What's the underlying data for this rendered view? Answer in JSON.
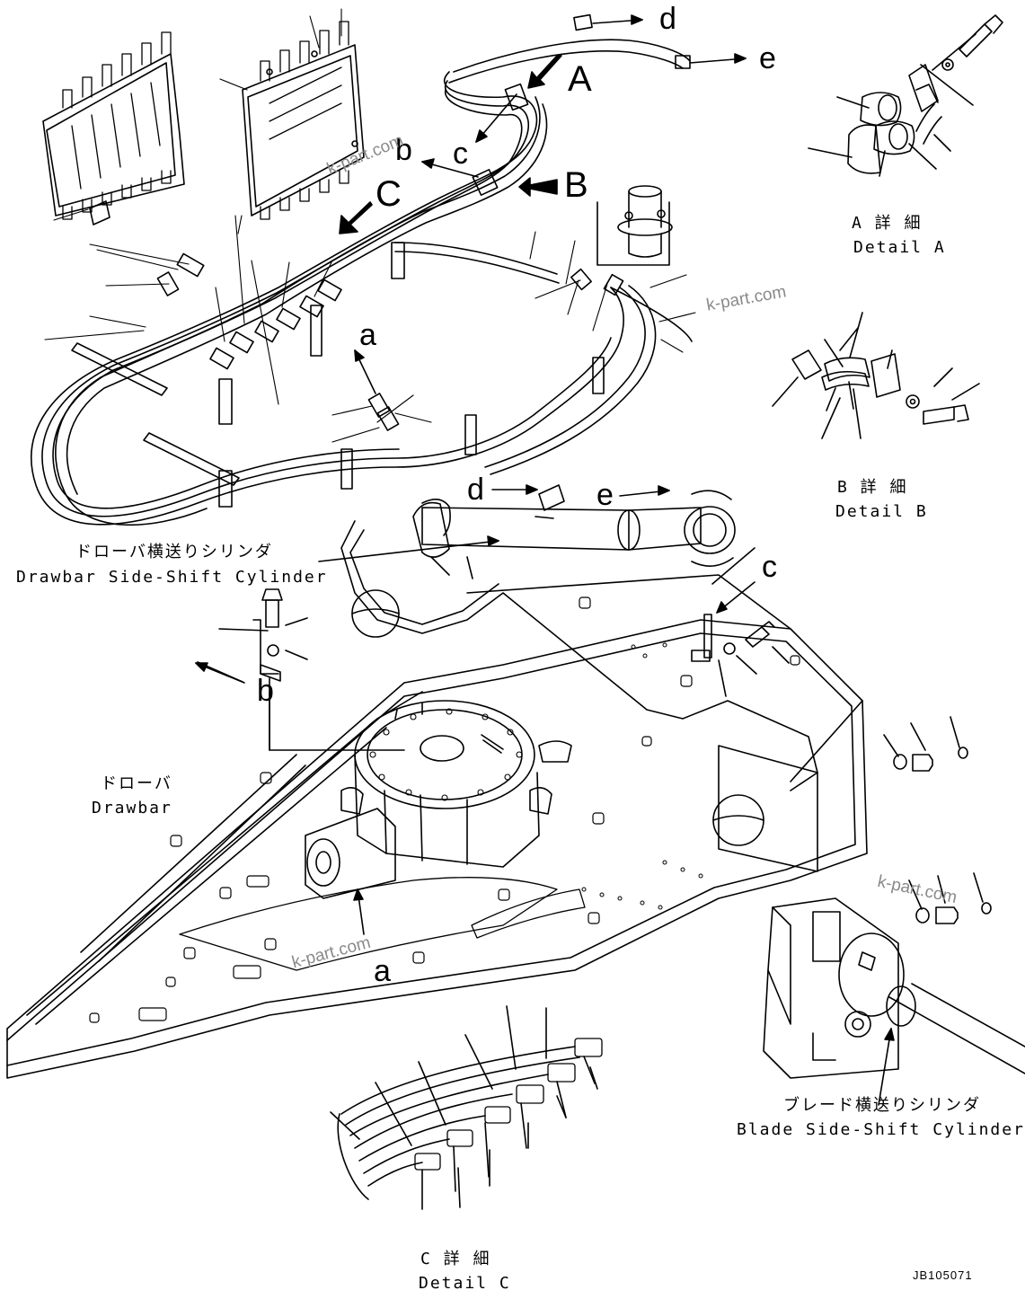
{
  "drawing_code": "JB105071",
  "watermark": "k-part.com",
  "view_letters": {
    "A": "A",
    "B": "B",
    "C": "C"
  },
  "arrow_letters": {
    "a": "a",
    "b": "b",
    "c": "c",
    "d": "d",
    "e": "e"
  },
  "details": {
    "A": {
      "jp": "A 詳 細",
      "en": "Detail A"
    },
    "B": {
      "jp": "B 詳 細",
      "en": "Detail B"
    },
    "C": {
      "jp": "C 詳 細",
      "en": "Detail C"
    }
  },
  "parts": {
    "drawbar_side_shift_cylinder": {
      "jp": "ドローバ横送りシリンダ",
      "en": "Drawbar Side-Shift Cylinder"
    },
    "drawbar": {
      "jp": "ドローバ",
      "en": "Drawbar"
    },
    "blade_side_shift_cylinder": {
      "jp": "ブレード横送りシリンダ",
      "en": "Blade Side-Shift Cylinder"
    }
  },
  "colors": {
    "line": "#000000",
    "background": "#ffffff",
    "watermark": "#8a8a8a"
  }
}
